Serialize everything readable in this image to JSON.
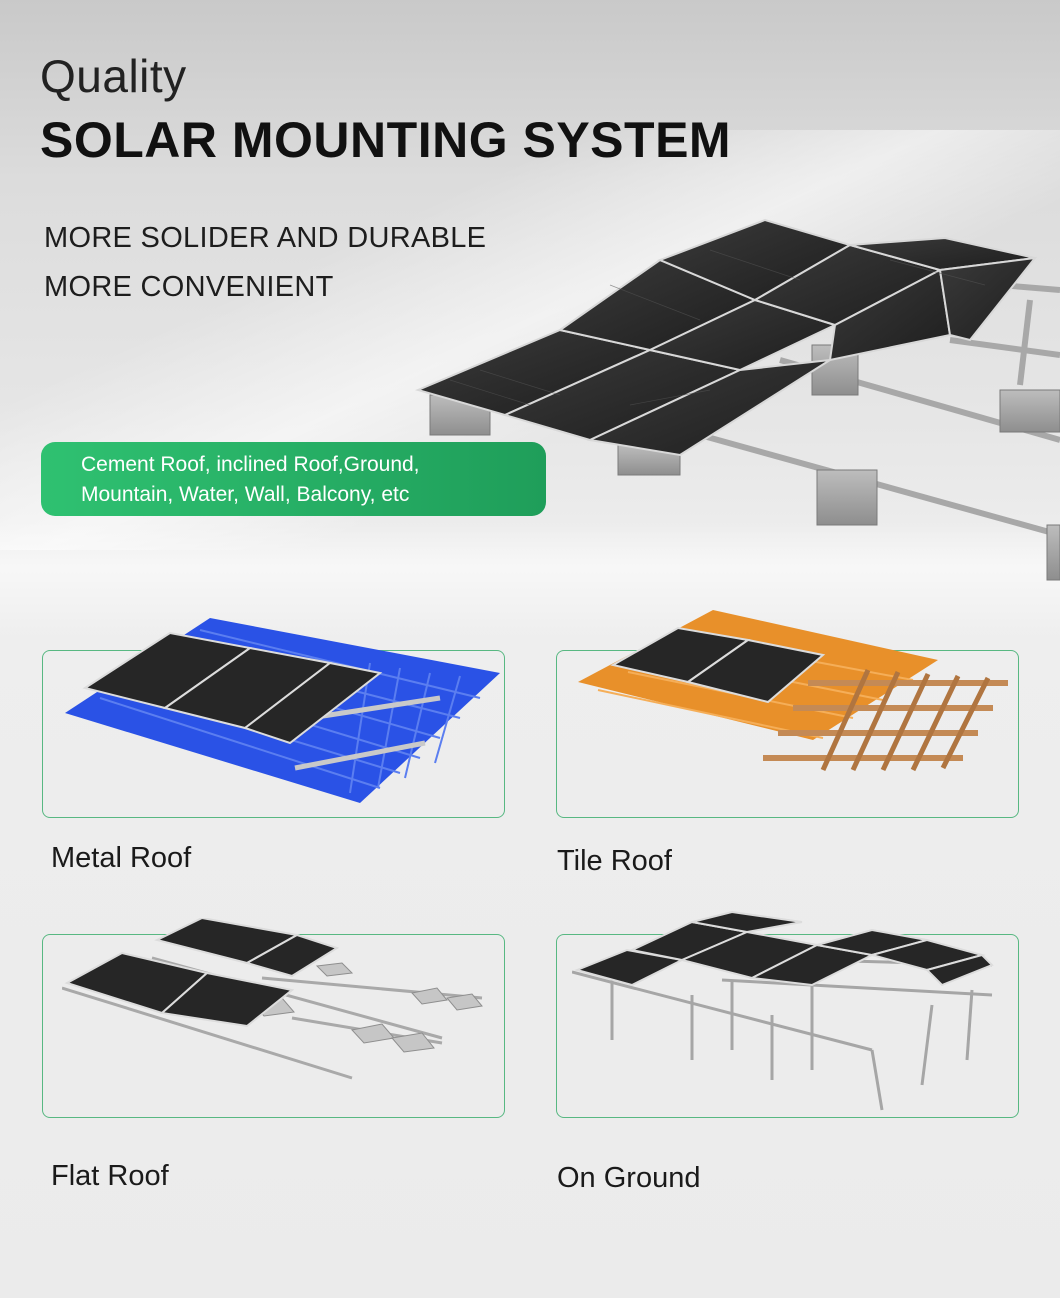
{
  "header": {
    "kicker": "Quality",
    "title": "SOLAR MOUNTING SYSTEM"
  },
  "features": [
    "MORE SOLIDER AND DURABLE",
    "MORE CONVENIENT"
  ],
  "badge": {
    "line1": "Cement Roof, inclined Roof,Ground,",
    "line2": "Mountain, Water, Wall, Balcony, etc"
  },
  "categories": [
    {
      "label": "Metal Roof",
      "illustration": "metal-roof-illustration"
    },
    {
      "label": "Tile Roof",
      "illustration": "tile-roof-illustration"
    },
    {
      "label": "Flat Roof",
      "illustration": "flat-roof-illustration"
    },
    {
      "label": "On Ground",
      "illustration": "ground-mount-illustration"
    }
  ],
  "colors": {
    "accent_green": "#2fc171",
    "card_border": "#58b882",
    "metal_roof_blue": "#2a52e6",
    "tile_roof_orange": "#e8902a",
    "panel_dark": "#2b2b2b"
  }
}
